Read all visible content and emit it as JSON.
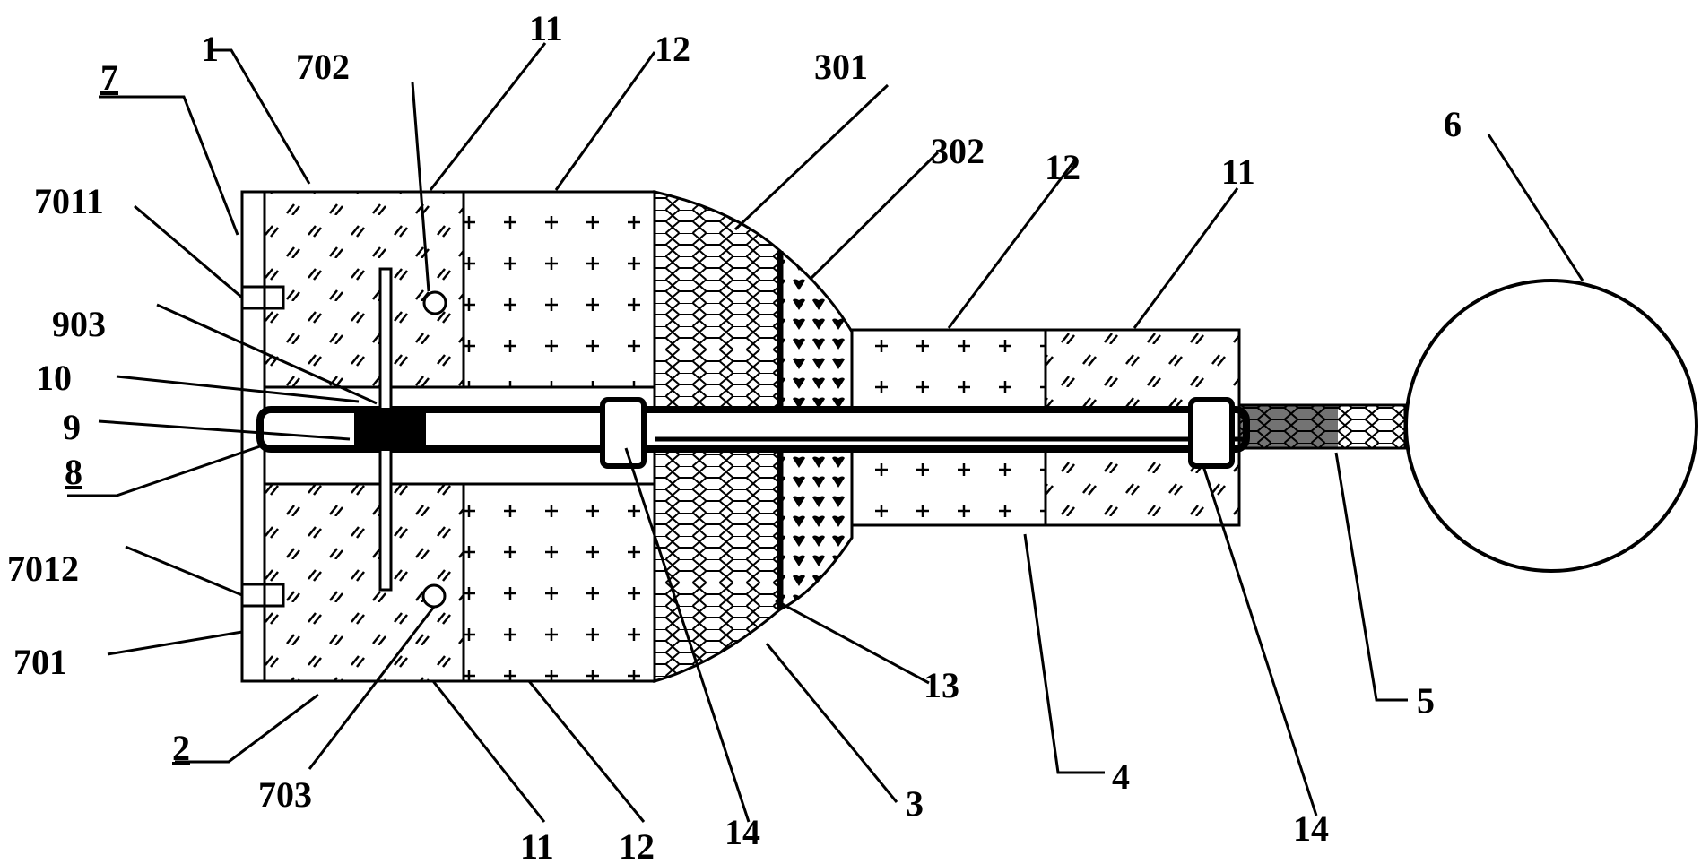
{
  "labels": {
    "l_7": "7",
    "l_1": "1",
    "l_702": "702",
    "l_11_top": "11",
    "l_12_top": "12",
    "l_301": "301",
    "l_302": "302",
    "l_12_right": "12",
    "l_11_right": "11",
    "l_6": "6",
    "l_7011": "7011",
    "l_903": "903",
    "l_10": "10",
    "l_9": "9",
    "l_8": "8",
    "l_7012": "7012",
    "l_701": "701",
    "l_2": "2",
    "l_703": "703",
    "l_11_bottom": "11",
    "l_12_bottom": "12",
    "l_14_left": "14",
    "l_13": "13",
    "l_3": "3",
    "l_4": "4",
    "l_14_right": "14",
    "l_5": "5"
  }
}
